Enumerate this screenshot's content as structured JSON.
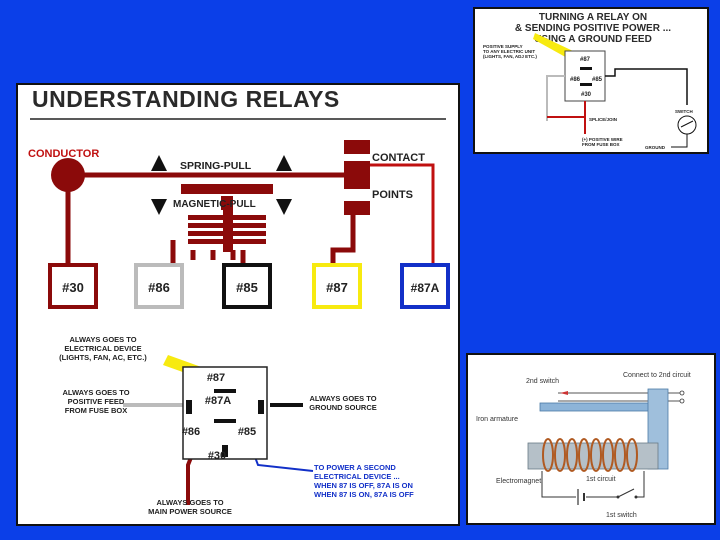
{
  "main": {
    "title": "UNDERSTANDING RELAYS",
    "conductor": "CONDUCTOR",
    "spring_pull": "SPRING-PULL",
    "magnetic_pull": "MAGNETIC-PULL",
    "contact": "CONTACT",
    "points": "POINTS",
    "pins": [
      "#30",
      "#86",
      "#85",
      "#87",
      "#87A"
    ],
    "pin_colors": [
      "#8b0a0a",
      "#bbbbbb",
      "#111111",
      "#f7ea10",
      "#1230c8"
    ],
    "schematic": {
      "pin87": "#87",
      "pin87a": "#87A",
      "pin86": "#86",
      "pin85": "#85",
      "pin30": "#30",
      "note_device": [
        "ALWAYS GOES TO",
        "ELECTRICAL DEVICE",
        "(LIGHTS, FAN, AC, ETC.)"
      ],
      "note_positive": [
        "ALWAYS GOES TO",
        "POSITIVE FEED",
        "FROM FUSE BOX"
      ],
      "note_ground": [
        "ALWAYS GOES TO",
        "GROUND SOURCE"
      ],
      "note_second": [
        "TO POWER A SECOND",
        "ELECTRICAL DEVICE ...",
        "WHEN 87 IS OFF, 87A IS ON",
        "WHEN 87 IS ON, 87A IS OFF"
      ],
      "note_main": [
        "ALWAYS GOES TO",
        "MAIN POWER SOURCE"
      ]
    }
  },
  "ground_feed": {
    "title": [
      "TURNING A RELAY ON",
      "& SENDING POSITIVE POWER ...",
      "USING A GROUND FEED"
    ],
    "positive_supply": [
      "POSITIVE SUPPLY",
      "TO ANY ELECTRIC UNIT",
      "(LIGHTS, FAN, ADJ ETC.)"
    ],
    "pin87": "#87",
    "pin86": "#86",
    "pin85": "#85",
    "pin30": "#30",
    "splice": "SPLICE/JOIN",
    "positive_wire": [
      "(+) POSITIVE WIRE",
      "FROM FUSE BOX"
    ],
    "switch": "SWITCH",
    "ground": "GROUND"
  },
  "electromagnet": {
    "connect_2nd": "Connect to 2nd circuit",
    "second_switch": "2nd switch",
    "iron_armature": "Iron armature",
    "electromagnet": "Electromagnet",
    "first_circuit": "1st circuit",
    "first_switch": "1st switch"
  }
}
